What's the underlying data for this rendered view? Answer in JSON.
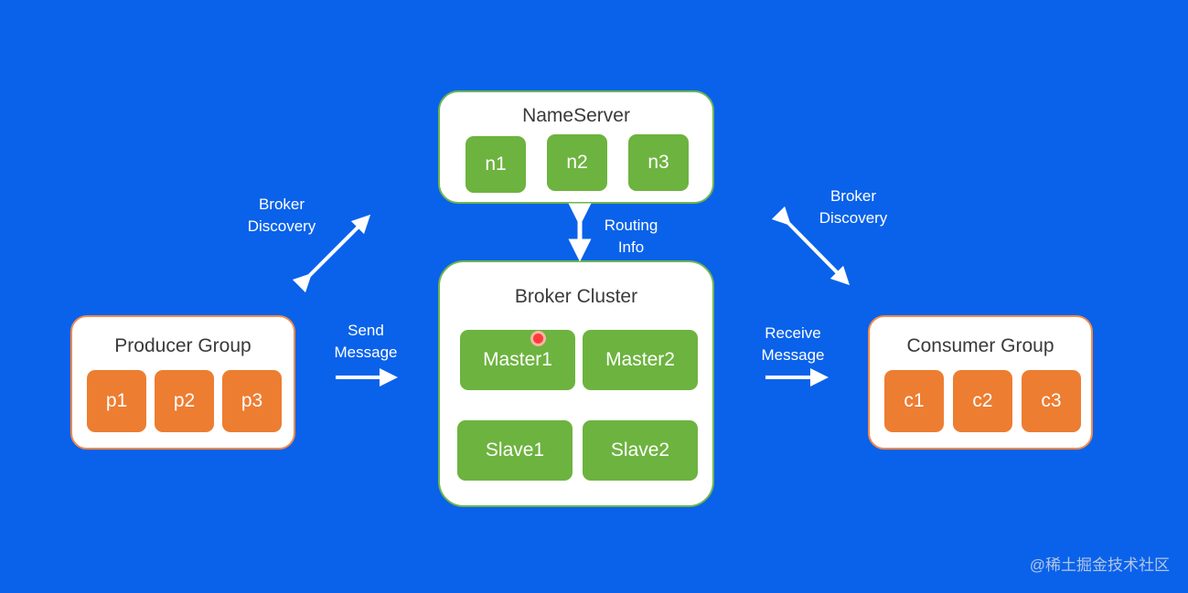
{
  "nameserver": {
    "title": "NameServer",
    "nodes": [
      "n1",
      "n2",
      "n3"
    ]
  },
  "broker": {
    "title": "Broker Cluster",
    "nodes": [
      "Master1",
      "Master2",
      "Slave1",
      "Slave2"
    ]
  },
  "producer": {
    "title": "Producer Group",
    "nodes": [
      "p1",
      "p2",
      "p3"
    ]
  },
  "consumer": {
    "title": "Consumer Group",
    "nodes": [
      "c1",
      "c2",
      "c3"
    ]
  },
  "labels": {
    "broker_discovery_left": [
      "Broker",
      "Discovery"
    ],
    "broker_discovery_right": [
      "Broker",
      "Discovery"
    ],
    "routing_info": [
      "Routing",
      "Info"
    ],
    "send_message": [
      "Send",
      "Message"
    ],
    "receive_message": [
      "Receive",
      "Message"
    ]
  },
  "watermark": "@稀土掘金技术社区",
  "colors": {
    "background": "#0a62ea",
    "green_node": "#6db33f",
    "orange_node": "#ed7d31",
    "green_border": "#6fb44f",
    "orange_border": "#f08a4b"
  }
}
